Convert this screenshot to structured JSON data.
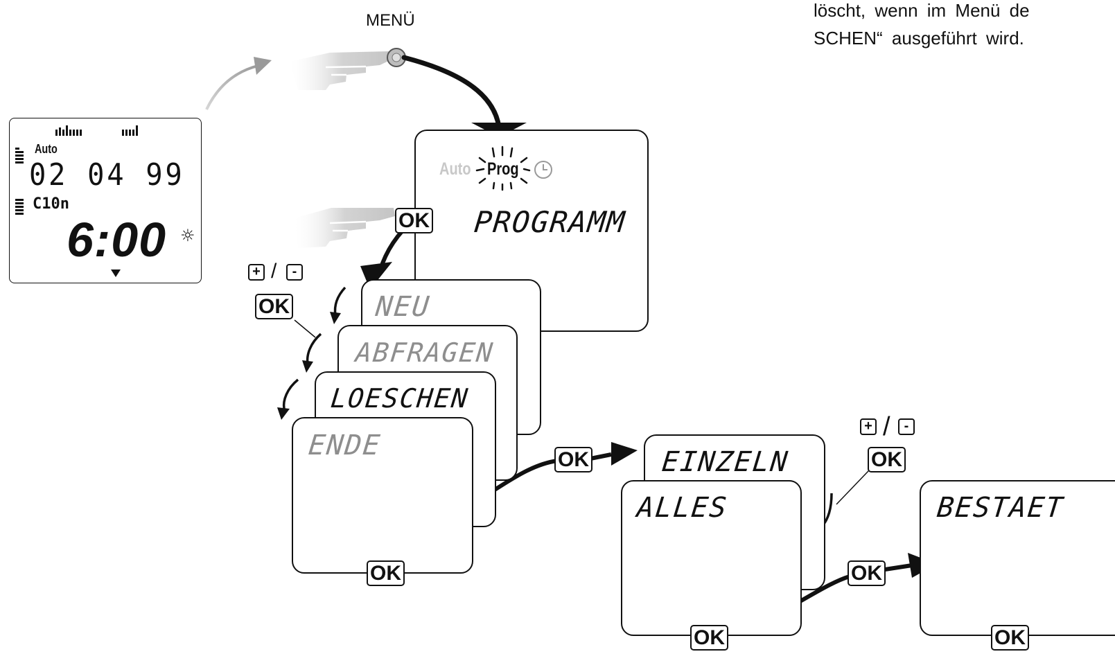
{
  "header": {
    "menu_label": "MENÜ",
    "note_line1": "löscht, wenn im Menü de",
    "note_line2": "SCHEN“ ausgeführt wird."
  },
  "device_display": {
    "mode": "Auto",
    "date": "02 04 99",
    "code": "C10n",
    "time": "6:00",
    "sun_symbol": "☼"
  },
  "prog_screen": {
    "mode_inactive": "Auto",
    "mode_active": "Prog",
    "title": "PROGRAMM"
  },
  "menu_screens": [
    {
      "label": "NEU",
      "state": "dim"
    },
    {
      "label": "ABFRAGEN",
      "state": "dim"
    },
    {
      "label": "LOESCHEN",
      "state": "active"
    },
    {
      "label": "ENDE",
      "state": "dim"
    }
  ],
  "delete_screens": [
    {
      "label": "EINZELN"
    },
    {
      "label": "ALLES"
    }
  ],
  "confirm_screen": {
    "label": "BESTAET"
  },
  "keys": {
    "ok": "OK",
    "plus": "+",
    "minus": "-",
    "slash": "/"
  },
  "colors": {
    "line": "#111111",
    "hand": "#c9c9c9",
    "dim_text": "#8e8e8e",
    "faint_text": "#c8c8c8"
  }
}
